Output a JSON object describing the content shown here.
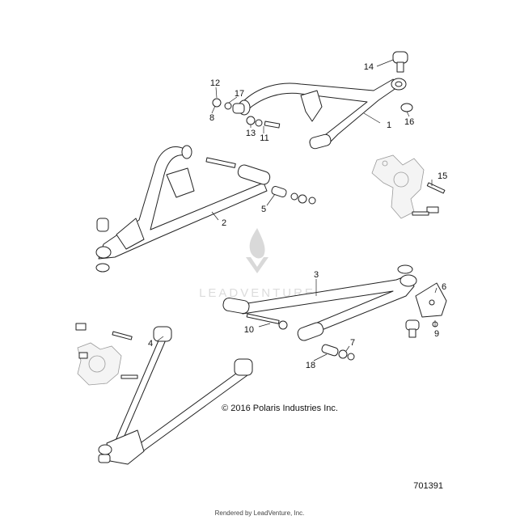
{
  "diagram": {
    "copyright": "© 2016 Polaris Industries Inc.",
    "diagram_id": "701391",
    "rendered_by": "Rendered by LeadVenture, Inc.",
    "watermark": "LEADVENTURE",
    "callouts": [
      "1",
      "2",
      "3",
      "4",
      "5",
      "6",
      "7",
      "8",
      "9",
      "10",
      "11",
      "12",
      "13",
      "14",
      "15",
      "16",
      "17",
      "18"
    ]
  },
  "colors": {
    "line": "#222222",
    "ghost": "#9a9a9a",
    "watermark": "#d9d9d9"
  }
}
